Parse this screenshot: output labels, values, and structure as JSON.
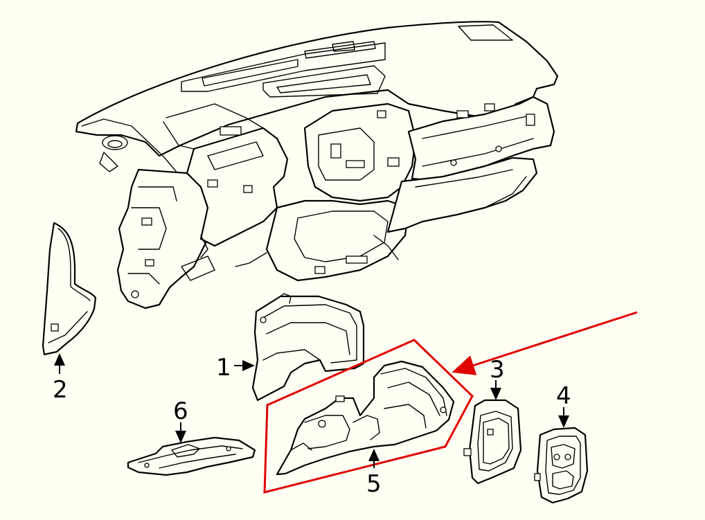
{
  "callouts": {
    "c1": "1",
    "c2": "2",
    "c3": "3",
    "c4": "4",
    "c5": "5",
    "c6": "6"
  },
  "colors": {
    "background": "#fffff3",
    "line": "#000000",
    "highlight": "#e00000"
  },
  "highlighted_part": "5"
}
